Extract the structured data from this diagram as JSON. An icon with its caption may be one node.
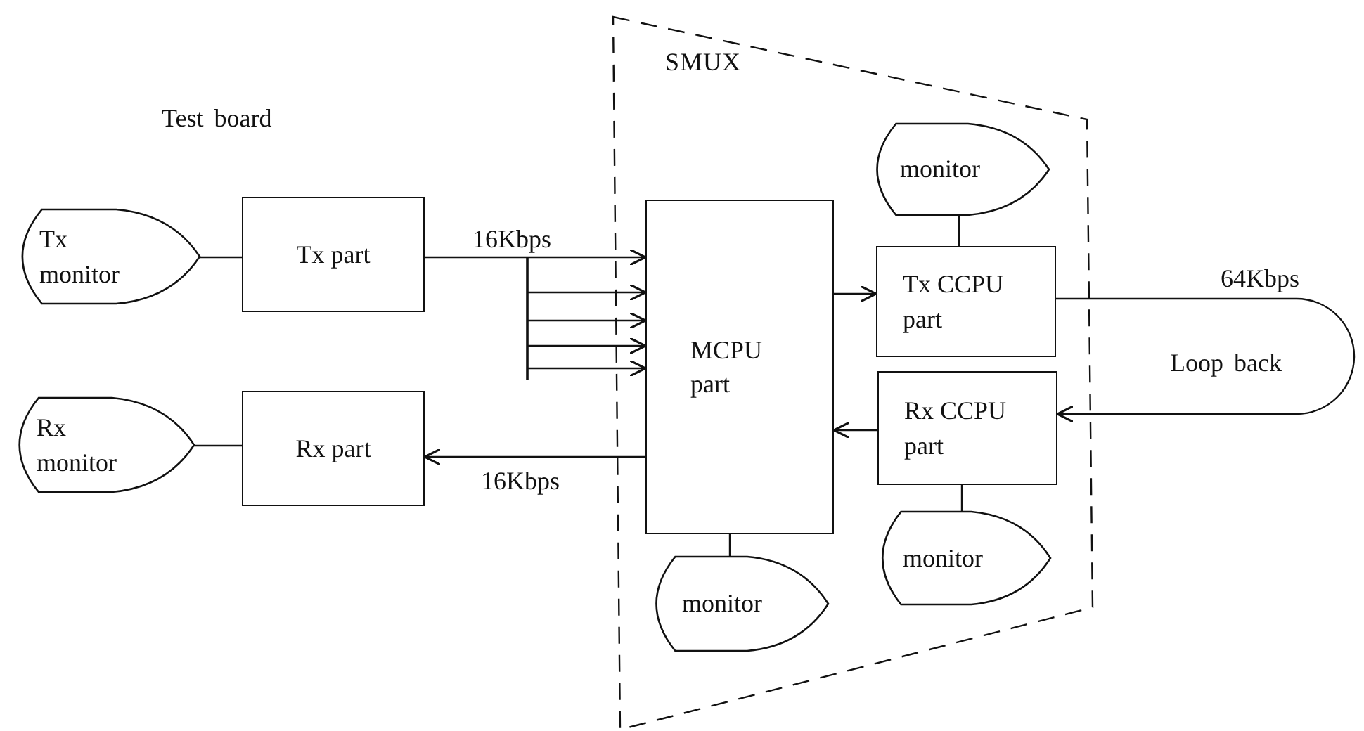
{
  "diagram": {
    "nodes": [
      {
        "text": [
          "SMUX"
        ]
      },
      {
        "text": [
          "Tx monitor"
        ]
      },
      {
        "text": [
          "Tx part"
        ]
      },
      {
        "text": [
          "Rx monitor"
        ]
      },
      {
        "text": [
          "Rx part"
        ]
      },
      {
        "text": [
          "MCPU part"
        ],
        "in": 0
      },
      {
        "text": [
          "monitor"
        ],
        "in": 0
      },
      {
        "text": [
          "Tx CCPU part"
        ],
        "in": 0
      },
      {
        "text": [
          "Rx CCPU part"
        ],
        "in": 0
      },
      {
        "text": [
          "monitor"
        ],
        "in": 0
      },
      {
        "text": [
          "monitor"
        ],
        "in": 0
      }
    ],
    "edges": [
      {
        "from": 1,
        "to": 2,
        "arrow": "none"
      },
      {
        "from": 2,
        "to": 5,
        "arrow": "to",
        "label": "16Kbps"
      },
      {
        "from": null,
        "to": 5,
        "arrow": "to"
      },
      {
        "from": null,
        "to": 5,
        "arrow": "to"
      },
      {
        "from": null,
        "to": 5,
        "arrow": "to"
      },
      {
        "from": null,
        "to": 5,
        "arrow": "to"
      },
      {
        "from": 5,
        "to": 4,
        "arrow": "to",
        "label": "16Kbps"
      },
      {
        "from": 3,
        "to": 4,
        "arrow": "none"
      },
      {
        "from": 5,
        "to": 7,
        "arrow": "to"
      },
      {
        "from": 8,
        "to": 5,
        "arrow": "to"
      },
      {
        "from": 6,
        "to": 7,
        "arrow": "none"
      },
      {
        "from": 8,
        "to": 9,
        "arrow": "none"
      },
      {
        "from": 5,
        "to": 10,
        "arrow": "none"
      },
      {
        "from": 7,
        "to": 8,
        "arrow": "to",
        "label": "64Kbps"
      }
    ],
    "labels": [
      "Test board",
      "Loop back"
    ]
  }
}
